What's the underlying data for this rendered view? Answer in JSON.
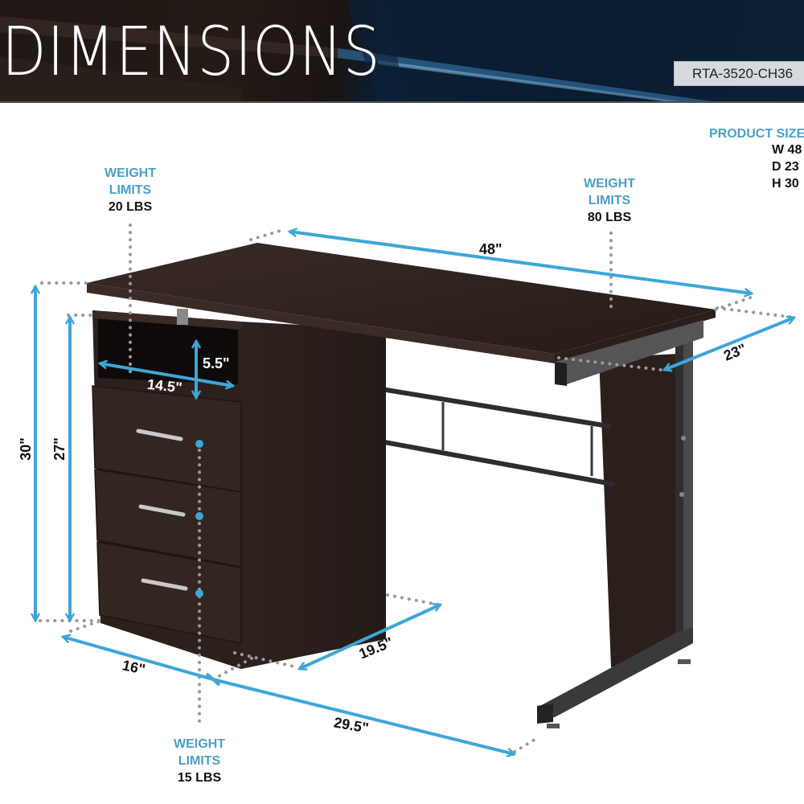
{
  "header": {
    "title": "DIMENSIONS",
    "sku": "RTA-3520-CH36"
  },
  "product_size": {
    "title": "PRODUCT SIZE",
    "width": "W 48",
    "depth": "D 23",
    "height": "H 30"
  },
  "weight_limits": {
    "shelf": {
      "label_line1": "WEIGHT",
      "label_line2": "LIMITS",
      "value": "20 LBS"
    },
    "desktop": {
      "label_line1": "WEIGHT",
      "label_line2": "LIMITS",
      "value": "80 LBS"
    },
    "drawers": {
      "label_line1": "WEIGHT",
      "label_line2": "LIMITS",
      "value": "15 LBS"
    }
  },
  "dimensions": {
    "desk_width": "48\"",
    "desk_depth": "23\"",
    "total_height": "30\"",
    "pedestal_height": "27\"",
    "shelf_height": "5.5\"",
    "shelf_width": "14.5\"",
    "pedestal_depth": "16\"",
    "knee_depth": "19.5\"",
    "knee_width": "29.5\""
  },
  "colors": {
    "accent_blue": "#3ea6d8",
    "label_blue": "#4aa0c8",
    "wood": "#2e211d",
    "metal": "#3a3a3c"
  }
}
